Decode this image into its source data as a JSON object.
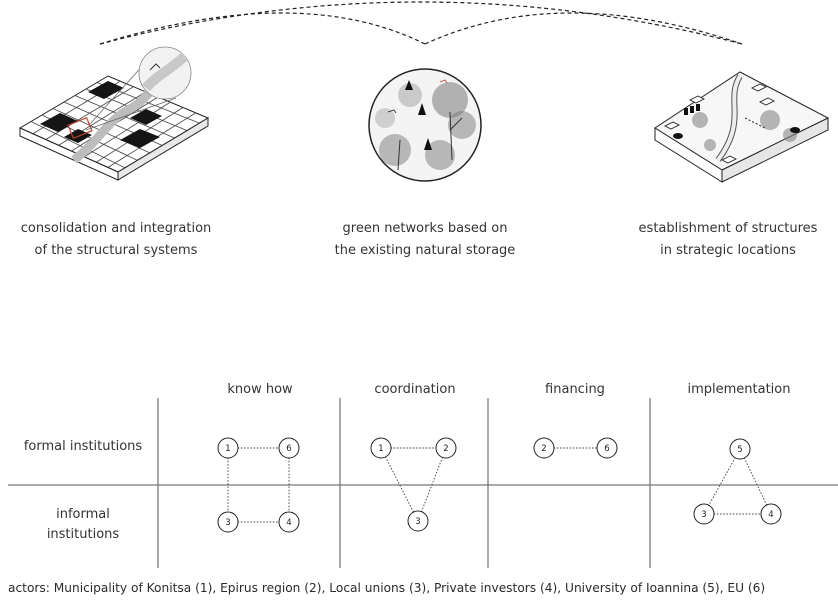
{
  "strategies": [
    {
      "line1": "consolidation and integration",
      "line2": "of the structural systems"
    },
    {
      "line1": "green networks based on",
      "line2": "the existing natural storage"
    },
    {
      "line1": "establishment of structures",
      "line2": "in strategic locations"
    }
  ],
  "matrix": {
    "columns": [
      "know how",
      "coordination",
      "financing",
      "implementation"
    ],
    "rows": {
      "formal": "formal institutions",
      "informal_line1": "informal",
      "informal_line2": "institutions"
    }
  },
  "nodes": {
    "n1": "1",
    "n2": "2",
    "n3": "3",
    "n4": "4",
    "n5": "5",
    "n6": "6"
  },
  "footer": "actors: Municipality of Konitsa (1), Epirus region (2), Local unions (3), Private investors (4), University of Ioannina (5), EU (6)",
  "colors": {
    "ink": "#222222",
    "accent": "#b5432f"
  }
}
